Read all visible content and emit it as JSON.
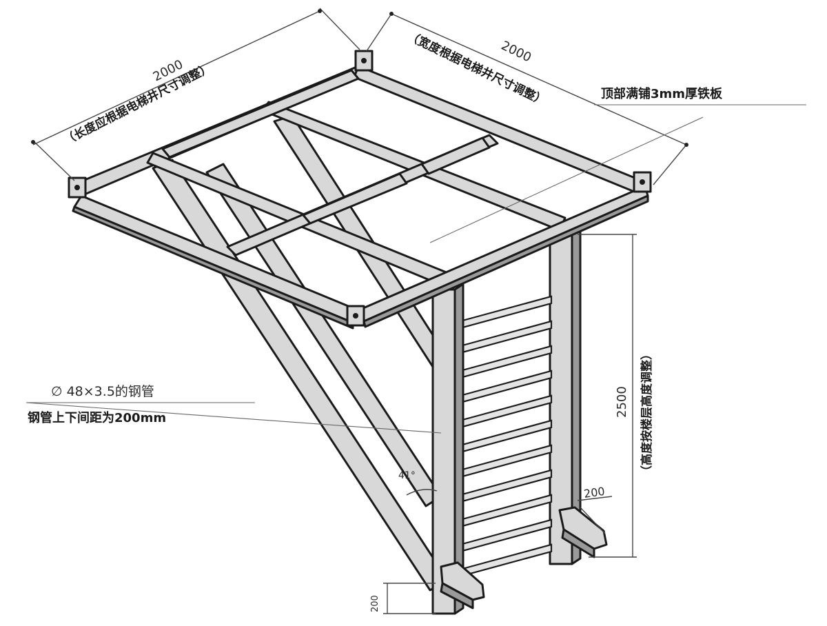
{
  "annotations": {
    "length_value": "2000",
    "length_note": "（长度应根据电梯井尺寸调整）",
    "width_value": "2000",
    "width_note": "（宽度根据电梯井尺寸调整）",
    "top_plate": "顶部满铺3mm厚铁板",
    "height_value": "2500",
    "height_note": "（高度按楼层高度调整）",
    "pipe_spec": "∅ 48×3.5的钢管",
    "pipe_spacing": "钢管上下间距为200mm",
    "angle": "41°",
    "foot_dim": "200",
    "bottom_dim": "200"
  }
}
